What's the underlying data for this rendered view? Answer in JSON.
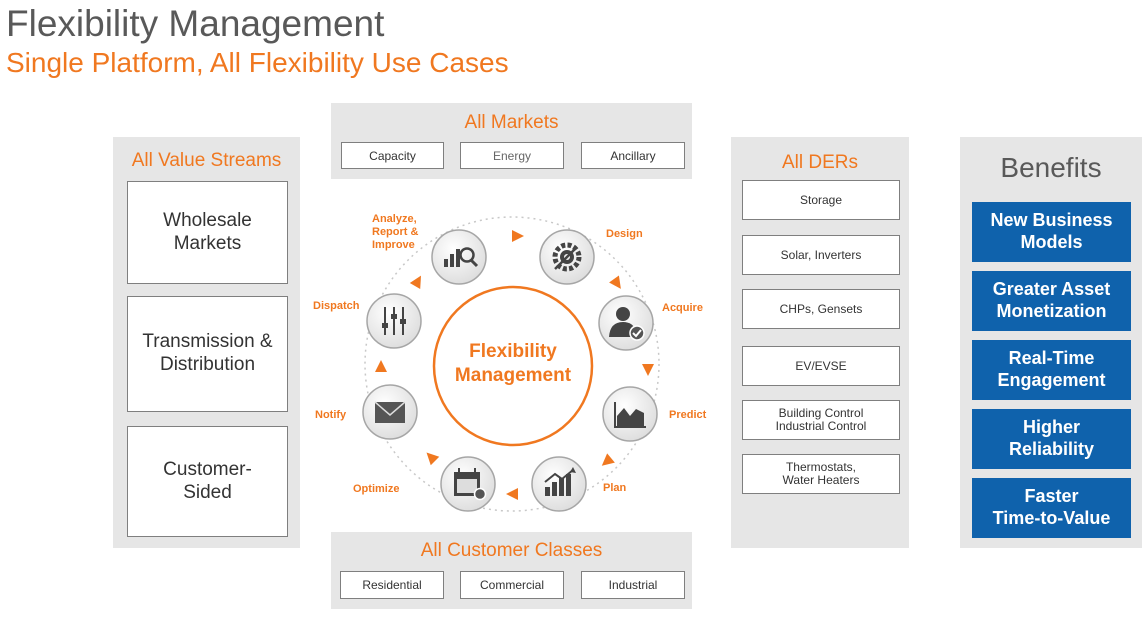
{
  "title": "Flexibility Management",
  "subtitle": "Single Platform, All Flexibility Use Cases",
  "value_streams": {
    "title": "All Value Streams",
    "items": [
      "Wholesale\nMarkets",
      "Transmission &\nDistribution",
      "Customer-\nSided"
    ]
  },
  "markets": {
    "title": "All Markets",
    "items": [
      "Capacity",
      "Energy",
      "Ancillary"
    ]
  },
  "customer_classes": {
    "title": "All Customer Classes",
    "items": [
      "Residential",
      "Commercial",
      "Industrial"
    ]
  },
  "ders": {
    "title": "All DERs",
    "items": [
      "Storage",
      "Solar, Inverters",
      "CHPs, Gensets",
      "EV/EVSE",
      "Building Control\nIndustrial Control",
      "Thermostats,\nWater Heaters"
    ]
  },
  "benefits": {
    "title": "Benefits",
    "items": [
      "New Business\nModels",
      "Greater Asset\nMonetization",
      "Real-Time\nEngagement",
      "Higher\nReliability",
      "Faster\nTime-to-Value"
    ]
  },
  "cycle": {
    "center": "Flexibility\nManagement",
    "stages": [
      {
        "label": "Analyze,\nReport &\nImprove",
        "icon": "report-chart-icon"
      },
      {
        "label": "Design",
        "icon": "gear-tools-icon"
      },
      {
        "label": "Acquire",
        "icon": "person-check-icon"
      },
      {
        "label": "Predict",
        "icon": "area-chart-icon"
      },
      {
        "label": "Plan",
        "icon": "rising-bars-icon"
      },
      {
        "label": "Optimize",
        "icon": "calendar-icon"
      },
      {
        "label": "Notify",
        "icon": "envelope-icon"
      },
      {
        "label": "Dispatch",
        "icon": "sliders-icon"
      }
    ]
  },
  "colors": {
    "accent": "#F07820",
    "benefit": "#0F62AC",
    "panel": "#E6E6E6",
    "text": "#595959"
  }
}
